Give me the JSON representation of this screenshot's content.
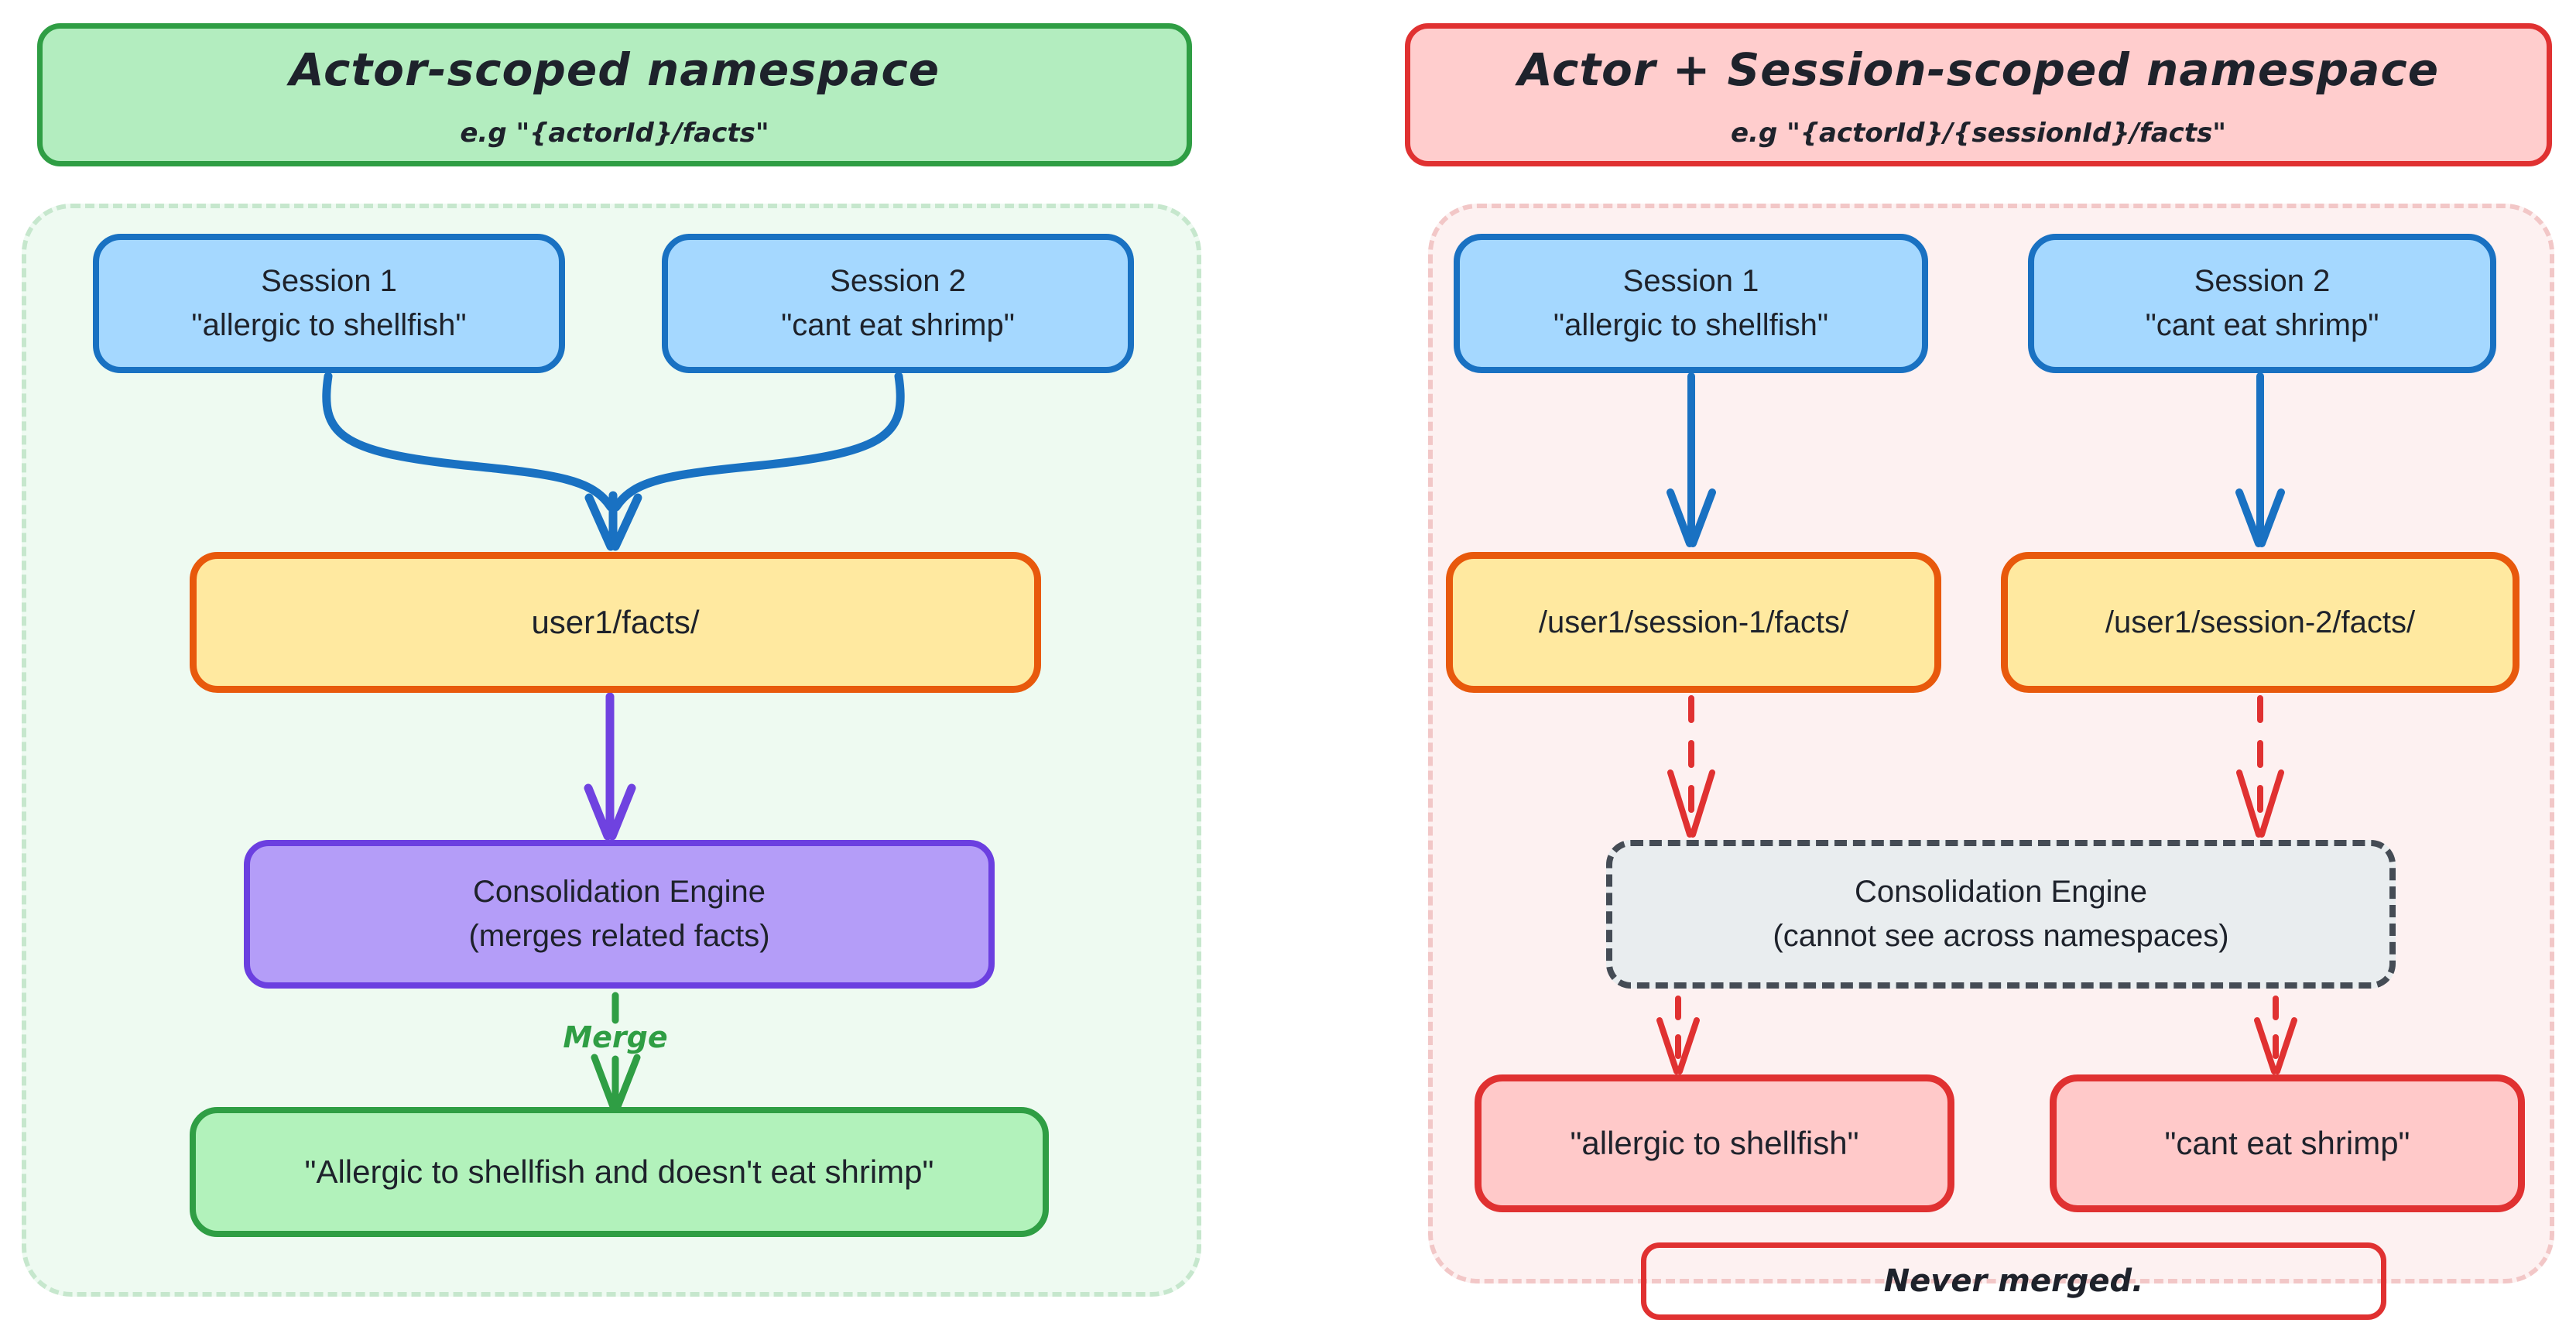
{
  "left_panel": {
    "header": {
      "title": "Actor-scoped namespace",
      "subtitle": "e.g \"{actorId}/facts\""
    },
    "session1": {
      "title": "Session 1",
      "quote": "\"allergic to shellfish\""
    },
    "session2": {
      "title": "Session 2",
      "quote": "\"cant eat shrimp\""
    },
    "namespace_box": {
      "label": "user1/facts/"
    },
    "engine": {
      "title": "Consolidation Engine",
      "subtitle": "(merges related facts)"
    },
    "merge_arrow_label": "Merge",
    "result": {
      "label": "\"Allergic to shellfish and doesn't eat shrimp\""
    }
  },
  "right_panel": {
    "header": {
      "title": "Actor + Session-scoped namespace",
      "subtitle": "e.g \"{actorId}/{sessionId}/facts\""
    },
    "session1": {
      "title": "Session 1",
      "quote": "\"allergic to shellfish\""
    },
    "session2": {
      "title": "Session 2",
      "quote": "\"cant eat shrimp\""
    },
    "namespace_box1": {
      "label": "/user1/session-1/facts/"
    },
    "namespace_box2": {
      "label": "/user1/session-2/facts/"
    },
    "engine": {
      "title": "Consolidation Engine",
      "subtitle": "(cannot see across namespaces)"
    },
    "result1": {
      "label": "\"allergic to shellfish\""
    },
    "result2": {
      "label": "\"cant eat shrimp\""
    },
    "never_merged": {
      "label": "Never merged."
    }
  },
  "colors": {
    "green_fill": "#b2f2bb",
    "green_stroke": "#2f9e44",
    "blue_fill": "#a5d8ff",
    "blue_stroke": "#1971c2",
    "yellow_fill": "#ffe9a0",
    "orange_stroke": "#e8590c",
    "purple_fill": "#b49df8",
    "purple_stroke": "#6b3fe0",
    "red_fill": "#ffc9c9",
    "red_stroke": "#e03131",
    "gray_fill": "#e9edef",
    "gray_stroke": "#454c55",
    "left_container_fill": "#eefaf1",
    "right_container_fill": "#fdf1f1",
    "text": "#1e222b"
  }
}
